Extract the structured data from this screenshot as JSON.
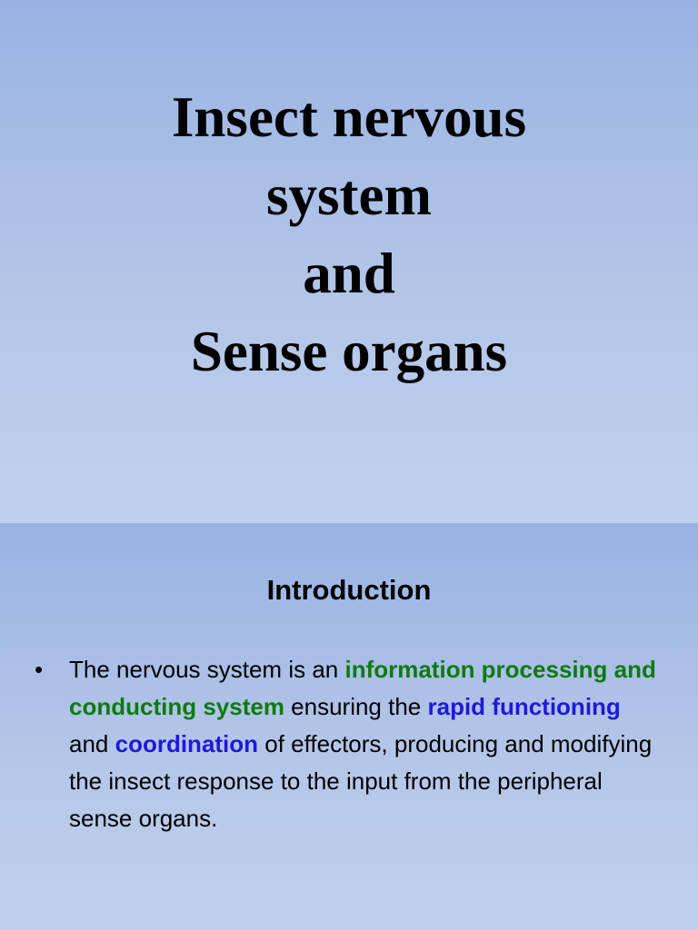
{
  "slide1": {
    "title_lines": [
      "Insect nervous",
      "system",
      "and",
      "Sense organs"
    ]
  },
  "slide2": {
    "heading": "Introduction",
    "bullet": {
      "marker": "•",
      "t1": "The nervous system is an ",
      "h1": "information processing and conducting system",
      "t2": " ensuring the ",
      "h2": "rapid functioning",
      "t3": " and ",
      "h3": "coordination",
      "t4": " of effectors, producing and modifying the insect response to the input from the peripheral sense organs."
    }
  },
  "colors": {
    "highlight_green": "#0e7a0e",
    "highlight_blue": "#1b1bd6",
    "background_top": "#98b3e2",
    "background_bottom": "#c1d0ec"
  }
}
